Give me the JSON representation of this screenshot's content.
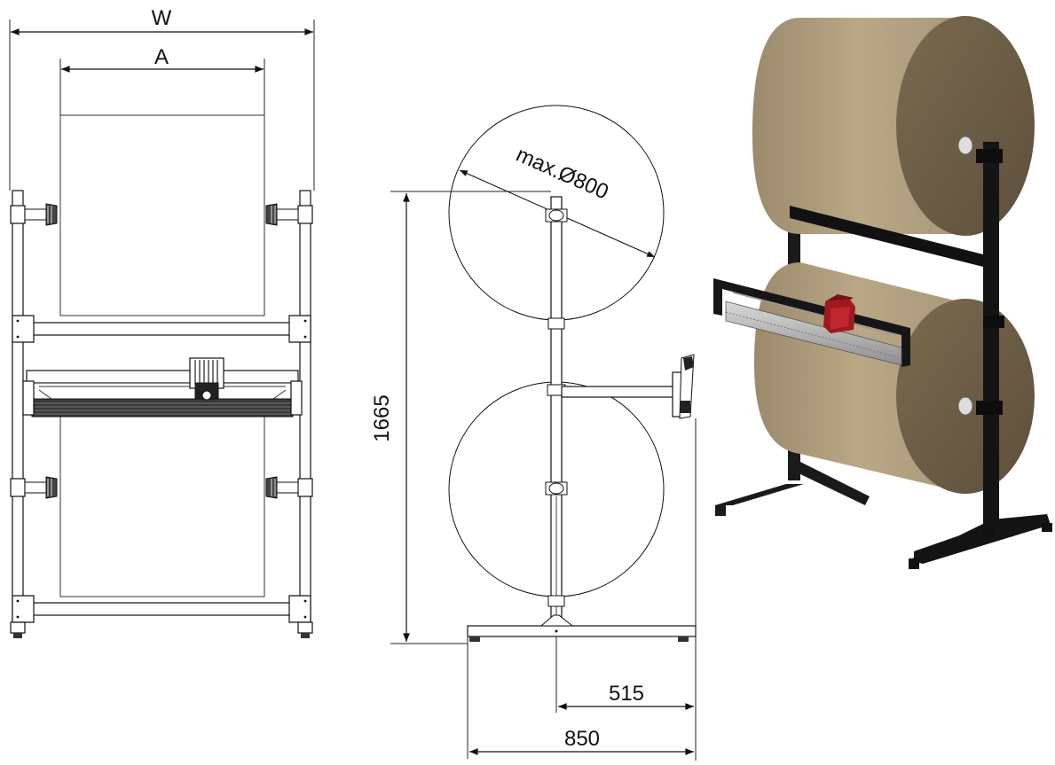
{
  "front_view": {
    "width_label": "W",
    "roll_width_label": "A"
  },
  "side_view": {
    "diameter_label": "max.Ø800",
    "height_label": "1665",
    "depth_label": "850",
    "offset_label": "515"
  },
  "colors": {
    "line": "#111111",
    "paper_light": "#b7a484",
    "paper_dark": "#6e5e46",
    "frame_black": "#1a1a1a",
    "cutter_red": "#a01820"
  }
}
